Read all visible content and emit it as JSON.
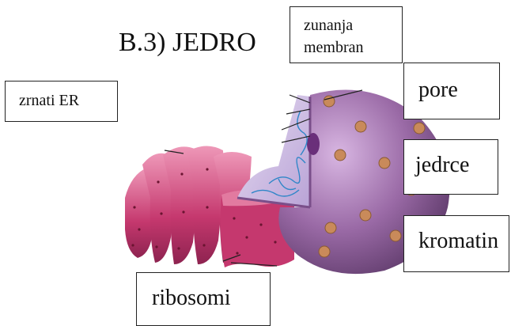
{
  "title": "B.3) JEDRO",
  "labels": {
    "outer_membrane": {
      "line1": "zunanja",
      "line2": "membran"
    },
    "rough_er": "zrnati ER",
    "pores": "pore",
    "nucleolus": "jedrce",
    "chromatin": "kromatin",
    "ribosomes": "ribosomi"
  },
  "colors": {
    "nucleus_outer": "#9a6aa6",
    "nucleus_dark": "#5e3a6a",
    "nucleus_cut": "#c9b7e0",
    "chromatin": "#2f86c8",
    "nucleolus": "#6a2f7a",
    "pore": "#c98a5a",
    "er": "#c5386e",
    "er_light": "#e27aa0"
  }
}
